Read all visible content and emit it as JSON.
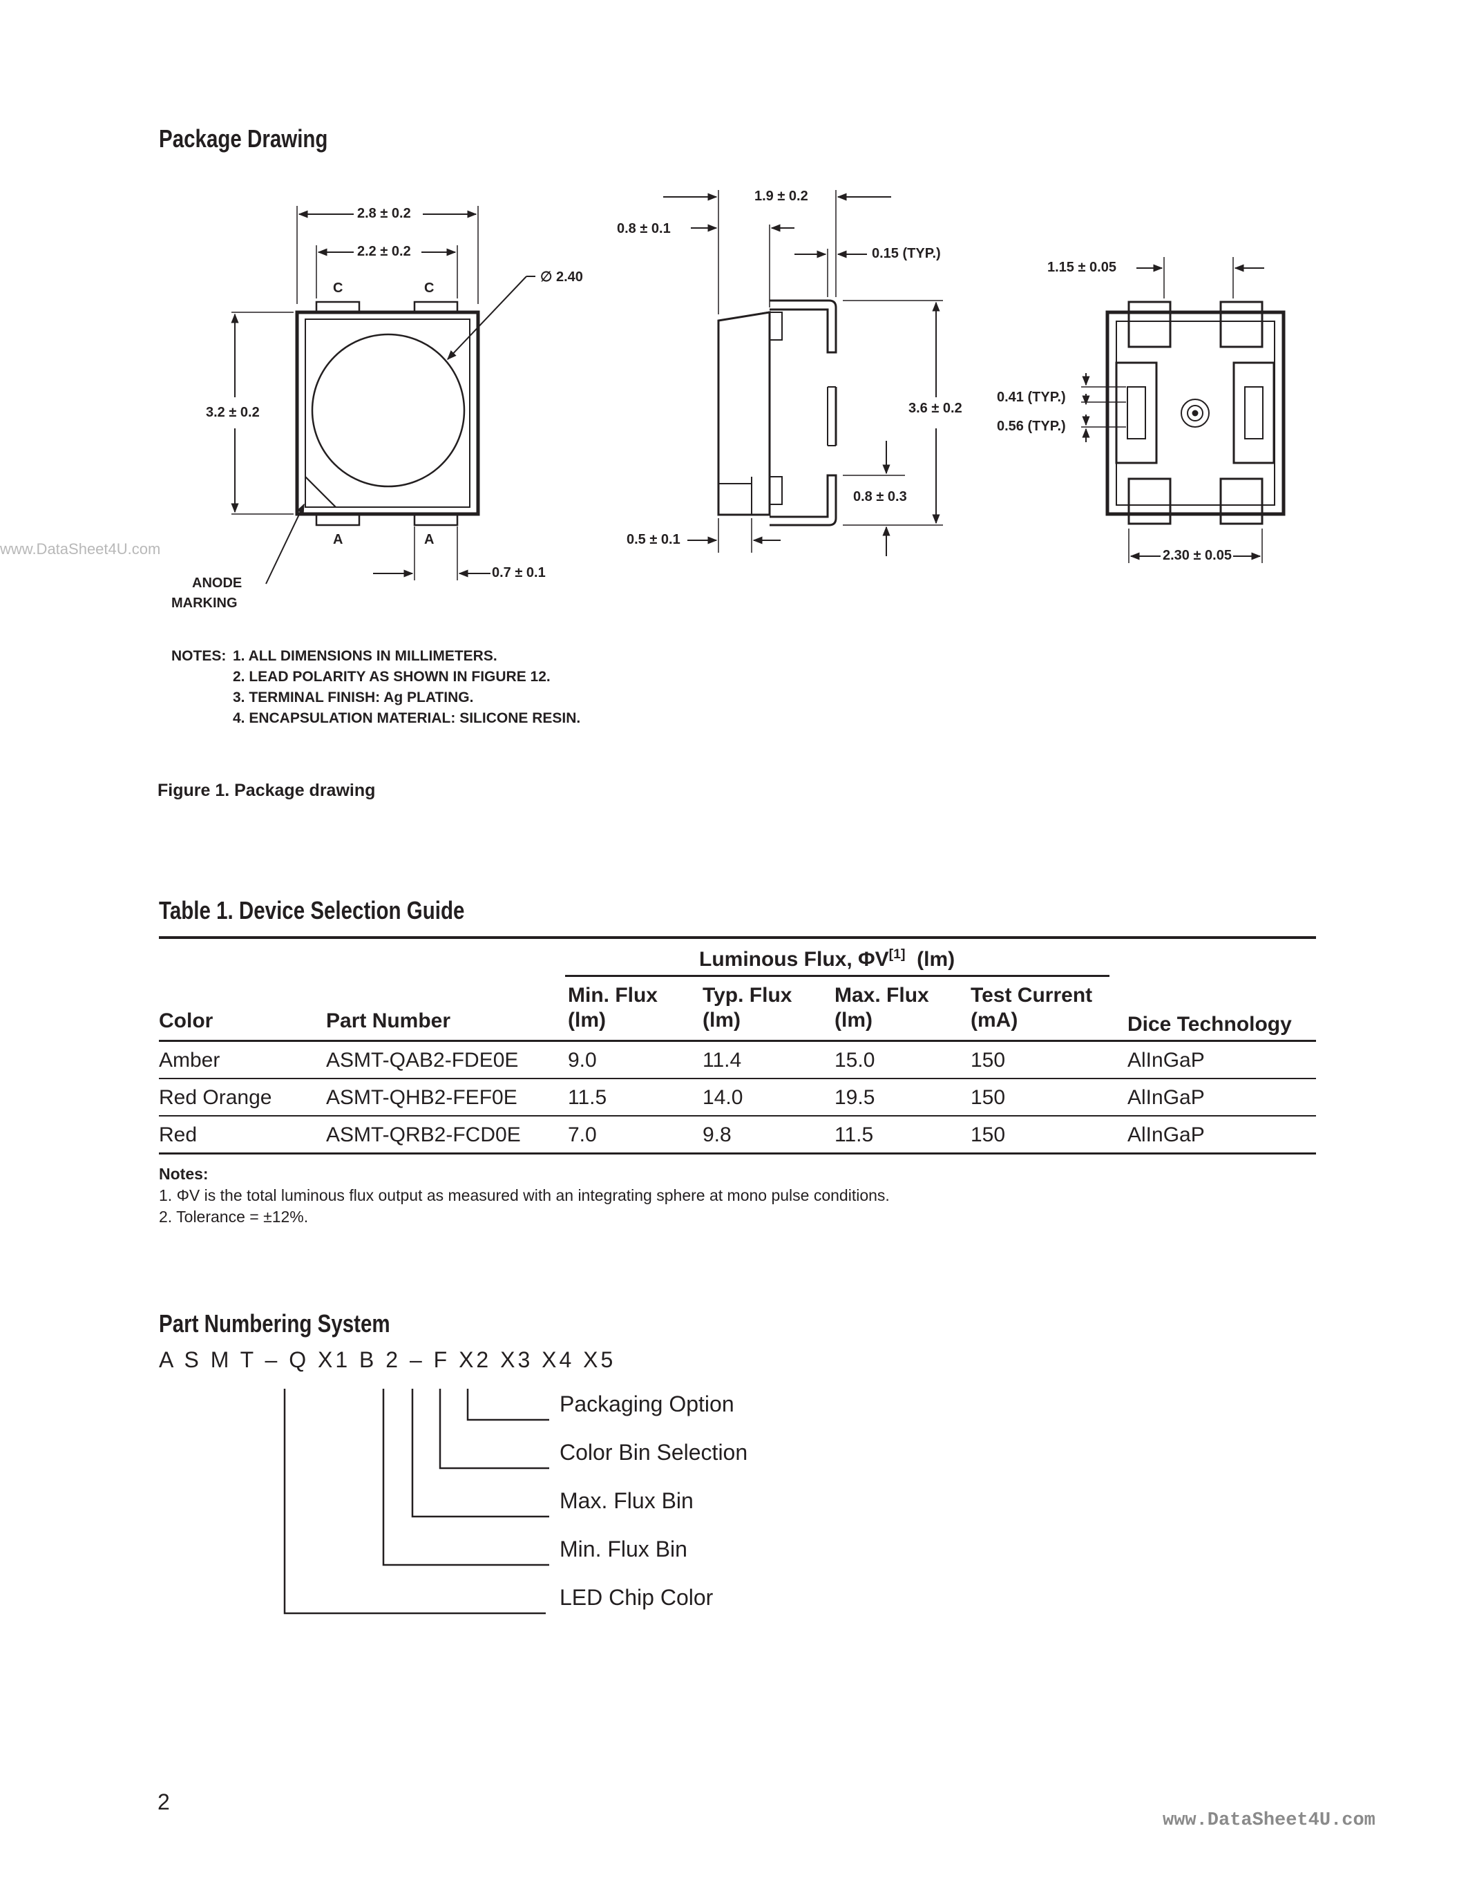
{
  "package_drawing": {
    "title": "Package Drawing",
    "top_view": {
      "width_outer": "2.8 ± 0.2",
      "width_inner": "2.2 ± 0.2",
      "height": "3.2 ± 0.2",
      "lens_diameter": "∅ 2.40",
      "cathode_1": "C",
      "cathode_2": "C",
      "anode_1": "A",
      "anode_2": "A",
      "lead_width": "0.7 ± 0.1",
      "anode_marking_line1": "ANODE",
      "anode_marking_line2": "MARKING"
    },
    "side_view": {
      "depth": "1.9 ± 0.2",
      "lead_offset": "0.8 ± 0.1",
      "lead_thickness": "0.15 (TYP.)",
      "height": "3.6 ± 0.2",
      "lead_length": "0.8 ± 0.3",
      "bottom_offset": "0.5 ± 0.1"
    },
    "bottom_view": {
      "pad_width": "1.15 ± 0.05",
      "gap_1": "0.41 (TYP.)",
      "gap_2": "0.56 (TYP.)",
      "pad_span": "2.30 ± 0.05"
    },
    "notes_label": "NOTES:",
    "notes": [
      "1.  ALL DIMENSIONS IN MILLIMETERS.",
      "2.  LEAD POLARITY AS SHOWN IN FIGURE 12.",
      "3.  TERMINAL FINISH: Ag PLATING.",
      "4.  ENCAPSULATION MATERIAL: SILICONE RESIN."
    ],
    "caption": "Figure 1. Package drawing"
  },
  "watermark_left": "www.DataSheet4U.com",
  "table1": {
    "title": "Table 1. Device Selection Guide",
    "group_header": "Luminous Flux, ΦV",
    "group_header_ref": "[1]",
    "group_header_unit": "(lm)",
    "columns": {
      "color": "Color",
      "part_number": "Part Number",
      "min_flux_1": "Min. Flux",
      "min_flux_2": "(lm)",
      "typ_flux_1": "Typ. Flux",
      "typ_flux_2": "(lm)",
      "max_flux_1": "Max. Flux",
      "max_flux_2": "(lm)",
      "test_current_1": "Test Current",
      "test_current_2": "(mA)",
      "dice": "Dice Technology"
    },
    "rows": [
      [
        "Amber",
        "ASMT-QAB2-FDE0E",
        "9.0",
        "11.4",
        "15.0",
        "150",
        "AlInGaP"
      ],
      [
        "Red Orange",
        "ASMT-QHB2-FEF0E",
        "11.5",
        "14.0",
        "19.5",
        "150",
        "AlInGaP"
      ],
      [
        "Red",
        "ASMT-QRB2-FCD0E",
        "7.0",
        "9.8",
        "11.5",
        "150",
        "AlInGaP"
      ]
    ],
    "notes_label": "Notes:",
    "note1": "1. ΦV is the total luminous flux output as measured with an integrating sphere at mono pulse conditions.",
    "note2": "2. Tolerance = ±12%."
  },
  "part_numbering": {
    "title": "Part Numbering System",
    "code": "A S M T – Q X1 B 2 – F X2 X3 X4 X5",
    "labels": [
      "Packaging Option",
      "Color Bin Selection",
      "Max. Flux Bin",
      "Min. Flux Bin",
      "LED Chip Color"
    ]
  },
  "page_number": "2",
  "footer_watermark": "www.DataSheet4U.com"
}
